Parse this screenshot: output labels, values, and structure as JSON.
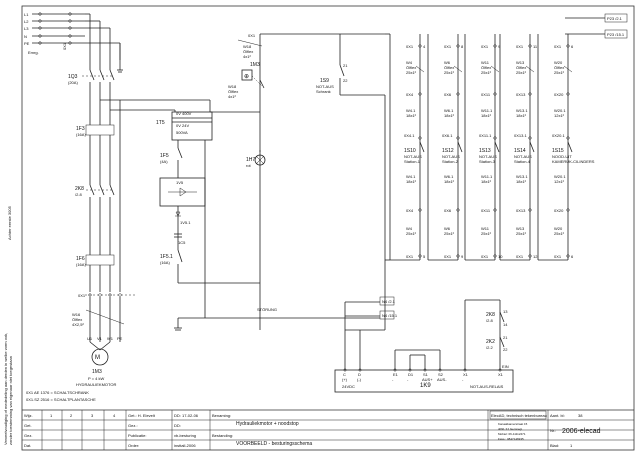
{
  "supply": {
    "phases": [
      "L1",
      "L2",
      "L3",
      "N",
      "PE"
    ],
    "terminal_strip_label": "0X1",
    "emergency_label": "Emrg.",
    "ref_1": "P23 /2.1",
    "ref_2": "P23 /15.1"
  },
  "power_circuit": {
    "q_main": {
      "tag": "1Q3",
      "rating": "(20A)"
    },
    "f3": {
      "tag": "1F3",
      "rating": "(16A)"
    },
    "k8": {
      "tag": "2K8",
      "ref": "/2.8"
    },
    "f6": {
      "tag": "1F6",
      "rating": "(16A)"
    },
    "motor_cable": {
      "tag": "W16",
      "type": "Ölflex",
      "section": "4X2,5²"
    },
    "motor_terminals": [
      "U1",
      "V1",
      "W1",
      "PE"
    ],
    "motor": {
      "tag": "1M3",
      "power": "P = 4 kW",
      "name": "HYDRAULIEKMOTOR"
    }
  },
  "control_circuit": {
    "transformer": {
      "tag": "1T5",
      "primary": "0V  400V",
      "secondary": "0V  24V",
      "power": "500VA"
    },
    "fuse_primary": {
      "tag": "1F5",
      "rating": "(4A)"
    },
    "rectifier": {
      "tag": "1V5"
    },
    "diode": {
      "tag": "1V5.1"
    },
    "capacitor": {
      "tag": "1C5"
    },
    "fuse_secondary": {
      "tag": "1F5.1",
      "rating": "(16A)"
    },
    "fan": {
      "tag": "1M3",
      "cable": "W18",
      "cable_type": "Ölflex",
      "section": "4x1²"
    },
    "cabinet_estop": {
      "tag": "1S9",
      "name": "NOT-AUS",
      "location": "Schrank"
    },
    "lamp": {
      "tag": "1H7",
      "color": "rot"
    },
    "fault_label": "STÖRUNG",
    "n4_ref_1": "N4 /2.1",
    "n4_ref_2": "N4 /15.1"
  },
  "estop_chain": [
    {
      "top": "0X1",
      "top_no": "4",
      "cable_a": "W4",
      "cable_a_type": "Ölflex",
      "cable_a_section": "25x1²",
      "mid_terminal": "0X4",
      "cable_b": "W4.1",
      "cable_b_section": "18x1²",
      "box": "0X4.1",
      "switch": "1S10",
      "switch_name": "NOT-AUS",
      "station": "Station-1",
      "cable_c": "W4.1",
      "cable_c_section": "18x1²",
      "low_terminal": "0X4",
      "cable_d": "W4",
      "cable_d_section": "25x1²",
      "bottom": "0X1",
      "bottom_no": "5"
    },
    {
      "top": "0X1",
      "top_no": "8",
      "cable_a": "W6",
      "cable_a_type": "Ölflex",
      "cable_a_section": "25x1²",
      "mid_terminal": "0X6",
      "cable_b": "W6.1",
      "cable_b_section": "18x1²",
      "box": "0X6.1",
      "switch": "1S12",
      "switch_name": "NOT-AUS",
      "station": "Station-2",
      "cable_c": "W6.1",
      "cable_c_section": "18x1²",
      "low_terminal": "0X6",
      "cable_d": "W6",
      "cable_d_section": "25x1²",
      "bottom": "0X1",
      "bottom_no": "9"
    },
    {
      "top": "0X1",
      "top_no": "9",
      "cable_a": "W11",
      "cable_a_type": "Ölflex",
      "cable_a_section": "25x1²",
      "mid_terminal": "0X11",
      "cable_b": "W11.1",
      "cable_b_section": "18x1²",
      "box": "0X11.1",
      "switch": "1S13",
      "switch_name": "NOT-AUS",
      "station": "Station-3",
      "cable_c": "W11.1",
      "cable_c_section": "18x1²",
      "low_terminal": "0X11",
      "cable_d": "W11",
      "cable_d_section": "25x1²",
      "bottom": "0X1",
      "bottom_no": "10"
    },
    {
      "top": "0X1",
      "top_no": "11",
      "cable_a": "W13",
      "cable_a_type": "Ölflex",
      "cable_a_section": "25x1²",
      "mid_terminal": "0X13",
      "cable_b": "W13.1",
      "cable_b_section": "18x1²",
      "box": "0X13.1",
      "switch": "1S14",
      "switch_name": "NOT-AUS",
      "station": "Station-4",
      "cable_c": "W13.1",
      "cable_c_section": "18x1²",
      "low_terminal": "0X13",
      "cable_d": "W13",
      "cable_d_section": "25x1²",
      "bottom": "0X1",
      "bottom_no": "12"
    },
    {
      "top": "0X1",
      "top_no": "6",
      "cable_a": "W20",
      "cable_a_type": "Ölflex",
      "cable_a_section": "25x1²",
      "mid_terminal": "0X20",
      "cable_b": "W20.1",
      "cable_b_section": "12x1²",
      "box": "0X20.1",
      "switch": "1S15",
      "switch_name": "NOOD-UIT",
      "station": "KAMERUK-CILINDERS",
      "cable_c": "W20.1",
      "cable_c_section": "12x1²",
      "low_terminal": "0X20",
      "cable_d": "W20",
      "cable_d_section": "25x1²",
      "bottom": "0X1",
      "bottom_no": "6"
    }
  ],
  "relay": {
    "tag": "1K9",
    "name": "NOT-AUS-RELAIS",
    "supply": "24VDC",
    "terminals": [
      "C",
      "D",
      "E1",
      "D1",
      "S1",
      "S2",
      "X1",
      "X1"
    ],
    "terminal_subs": [
      "(+)",
      "(-)",
      "-",
      "-",
      "AUS+",
      "AUS-",
      "-",
      ""
    ],
    "k8_contact": {
      "tag": "2K8",
      "ref": "/2.8",
      "pins": [
        "13",
        "14"
      ]
    },
    "k2_contact": {
      "tag": "2K2",
      "ref": "/2.2",
      "pins": [
        "21",
        "22"
      ]
    },
    "ein_label": "EIN"
  },
  "notes": {
    "line_1": "0X1 AE 1376 = SCHALTSCHRANK",
    "line_2": "0X1.SZ 2516 = SCHALTPLANTASCHE",
    "side_left_1": "Verveelvoudiging of mededeling aan derden in welke vorm ook,",
    "side_left_2": "zonder toestemming van eigenaar niet toegestaan",
    "side_right": "Achter eerste 3005"
  },
  "title_block": {
    "rev_labels": [
      "Wijz.",
      "Get.",
      "Gez.",
      "Dat."
    ],
    "rev_cols": [
      "1",
      "2",
      "3",
      "4"
    ],
    "get_label": "Get.: H. Elevelt",
    "date_label": "DD: 17-02-06",
    "gez_label": "Gez.:",
    "gez_value": "DD:",
    "publ_label": "Publicatie:",
    "publ_value": "vb-besturing",
    "order_label": "Order:",
    "order_value": "insttall-2006",
    "benaming_label": "Benaming:",
    "benaming_value": "Hydrauliekmotor + noodstop",
    "bestand_label": "Bestanding:",
    "bestand_value": "VOORBEELD - besturingsschema",
    "company": "ElecAD, technisch tekenbureau",
    "company_lines": [
      "Kanaalkamerstraat 15",
      "4091 XJ Gemnegi",
      "Mobiel: 06-11112471",
      "Faxs.: 0847146935"
    ],
    "page_label": "Aant. bl:",
    "page_value": "38",
    "drawing_no_label": "Nr.:",
    "drawing_no": "2006-elecad",
    "sheet_label": "Blad:",
    "sheet_value": "1"
  }
}
